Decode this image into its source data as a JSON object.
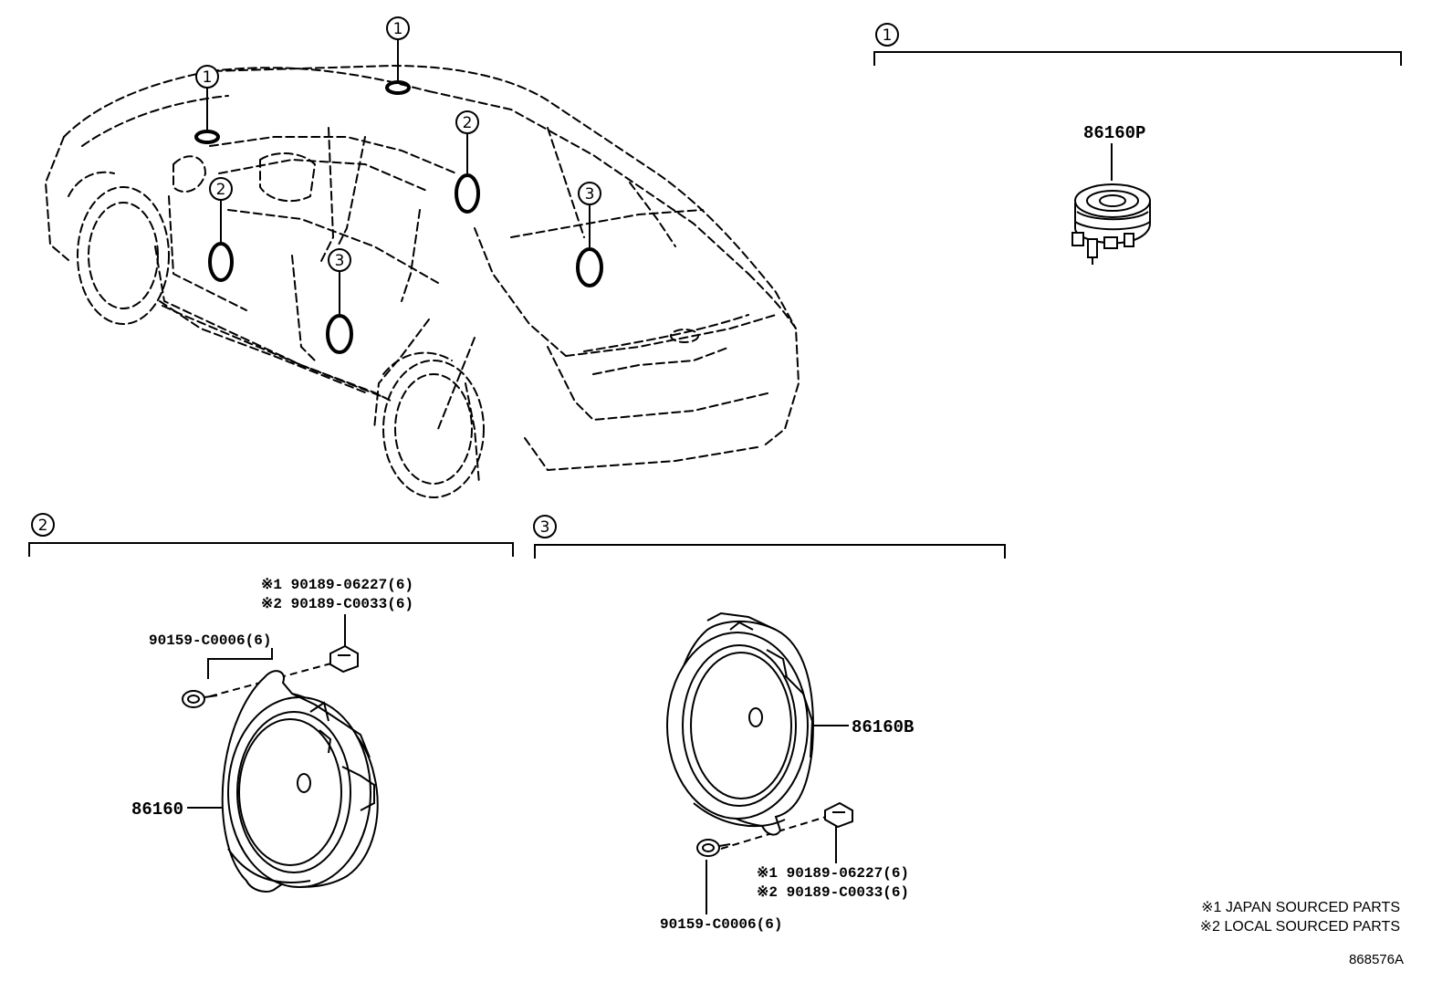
{
  "callouts": {
    "c1": "1",
    "c2": "2",
    "c3": "3"
  },
  "sections": {
    "s1": {
      "label": "1",
      "part": "86160P"
    },
    "s2": {
      "label": "2",
      "part": "86160",
      "screw": "90159-C0006(6)",
      "clip_1": "※1 90189-06227(6)",
      "clip_2": "※2 90189-C0033(6)"
    },
    "s3": {
      "label": "3",
      "part": "86160B",
      "screw": "90159-C0006(6)",
      "clip_1": "※1 90189-06227(6)",
      "clip_2": "※2 90189-C0033(6)"
    }
  },
  "notes": {
    "n1": "※1  JAPAN SOURCED PARTS",
    "n2": "※2  LOCAL SOURCED PARTS"
  },
  "diagram_code": "868576A"
}
